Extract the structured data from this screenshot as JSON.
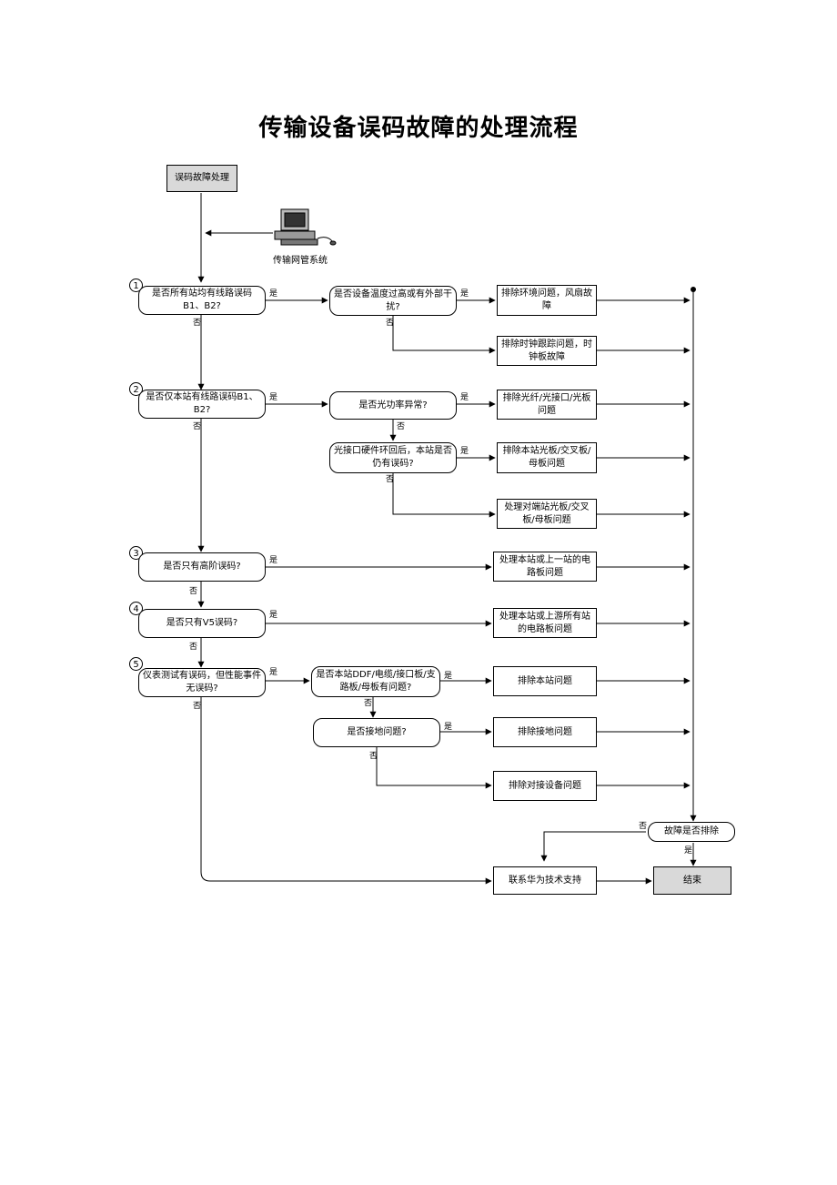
{
  "title": "传输设备误码故障的处理流程",
  "start_label": "误码故障处理",
  "computer_caption": "传输网管系统",
  "yes_label": "是",
  "no_label": "否",
  "step_numbers": [
    "1",
    "2",
    "3",
    "4",
    "5"
  ],
  "decisions": {
    "d1": "是否所有站均有线路误码B1、B2?",
    "d1a": "是否设备温度过高或有外部干扰?",
    "d2": "是否仅本站有线路误码B1、B2?",
    "d2a": "是否光功率异常?",
    "d2b": "光接口硬件环回后，本站是否仍有误码?",
    "d3": "是否只有高阶误码?",
    "d4": "是否只有V5误码?",
    "d5": "仪表测试有误码，但性能事件无误码?",
    "d5a": "是否本站DDF/电缆/接口板/支路板/母板有问题?",
    "d5b": "是否接地问题?",
    "fixed": "故障是否排除"
  },
  "actions": {
    "a1": "排除环境问题，风扇故障",
    "a2": "排除时钟跟踪问题，时钟板故障",
    "a3": "排除光纤/光接口/光板问题",
    "a4": "排除本站光板/交叉板/母板问题",
    "a5": "处理对端站光板/交叉板/母板问题",
    "a6": "处理本站或上一站的电路板问题",
    "a7": "处理本站或上游所有站的电路板问题",
    "a8": "排除本站问题",
    "a9": "排除接地问题",
    "a10": "排除对接设备问题",
    "contact": "联系华为技术支持",
    "end": "结束"
  }
}
